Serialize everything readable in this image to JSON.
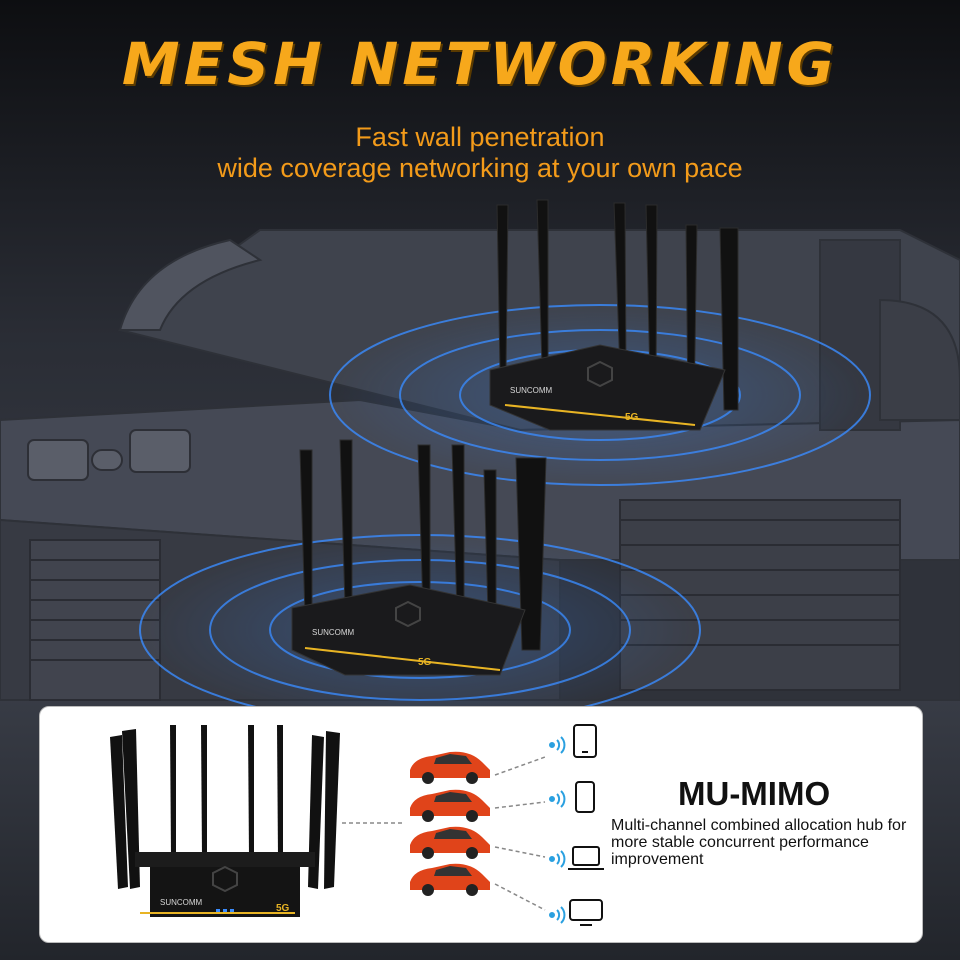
{
  "headline": "MESH NETWORKING",
  "subtitle_line1": "Fast wall penetration",
  "subtitle_line2": "wide coverage networking at your own pace",
  "router_brand": "SUNCOMM",
  "router_badge": "5G",
  "mimo": {
    "title": "MU-MIMO",
    "description": "Multi-channel combined allocation hub for more stable concurrent performance improvement",
    "devices": [
      "tablet-icon",
      "phone-icon",
      "laptop-icon",
      "monitor-icon"
    ]
  },
  "colors": {
    "headline": "#f7a81b",
    "subtitle": "#f39b1a",
    "wave": "#3a8cff",
    "car": "#e0441a"
  }
}
